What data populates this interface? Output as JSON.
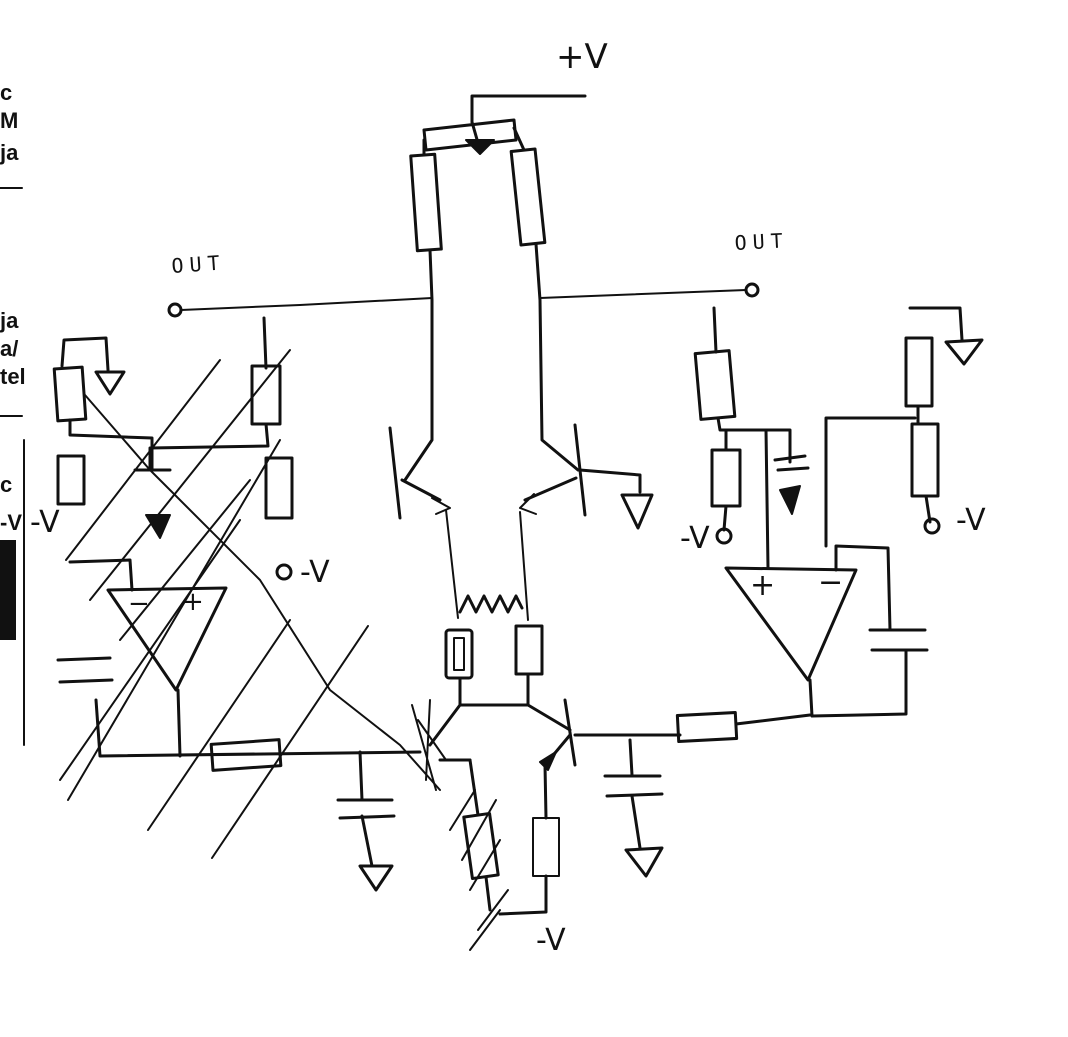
{
  "labels": {
    "supply_positive": "+V",
    "supply_negative": "-V",
    "out_left": "OUT",
    "out_right": "OUT",
    "neg_v_left_bias": "-V",
    "neg_v_right_bias": "-V",
    "neg_v_mid": "-V",
    "neg_v_far_right": "-V"
  },
  "opamp_right": {
    "plus": "+",
    "minus": "−"
  },
  "opamp_left": {
    "minus": "−",
    "plus": "+"
  },
  "edge_fragments": [
    "c",
    "M",
    "ja",
    "ja",
    "a/",
    "tel",
    "c",
    "-V"
  ]
}
